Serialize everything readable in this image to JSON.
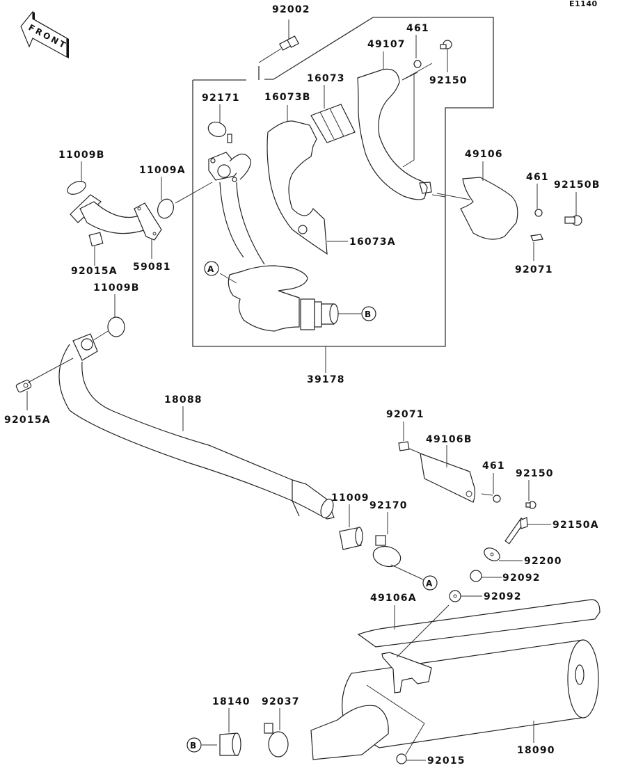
{
  "diagram": {
    "code": "E1140",
    "front_indicator": "FRONT",
    "callouts": {
      "p92002": "92002",
      "p461_top": "461",
      "p49107": "49107",
      "p92150_top": "92150",
      "p92171": "92171",
      "p16073": "16073",
      "p16073B": "16073B",
      "p11009B_top": "11009B",
      "p11009A": "11009A",
      "p49106": "49106",
      "p461_mid": "461",
      "p92150B": "92150B",
      "p16073A": "16073A",
      "p92015A_top": "92015A",
      "p59081": "59081",
      "p92071_top": "92071",
      "p11009B_mid": "11009B",
      "p39178": "39178",
      "p92015A_left": "92015A",
      "p18088": "18088",
      "p92071_mid": "92071",
      "p49106B": "49106B",
      "p461_low": "461",
      "p92150_low": "92150",
      "p11009": "11009",
      "p92170": "92170",
      "p92150A": "92150A",
      "p92200": "92200",
      "p92092_a": "92092",
      "p49106A": "49106A",
      "p92092_b": "92092",
      "p18140": "18140",
      "p92037": "92037",
      "p18090": "18090",
      "p92015": "92015"
    },
    "references": {
      "ref_A_assembly": "A",
      "ref_B_assembly": "B",
      "ref_A_clamp": "A",
      "ref_B_muffler": "B"
    }
  }
}
